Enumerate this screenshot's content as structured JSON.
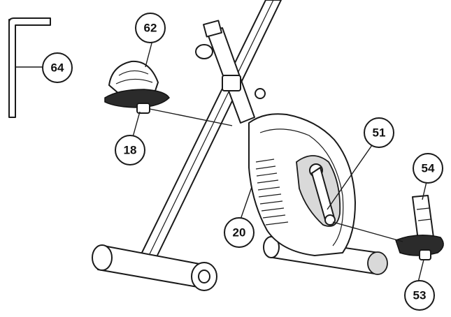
{
  "callouts": [
    {
      "id": "c64",
      "label": "64"
    },
    {
      "id": "c62",
      "label": "62"
    },
    {
      "id": "c18",
      "label": "18"
    },
    {
      "id": "c51",
      "label": "51"
    },
    {
      "id": "c54",
      "label": "54"
    },
    {
      "id": "c20",
      "label": "20"
    },
    {
      "id": "c53",
      "label": "53"
    }
  ]
}
